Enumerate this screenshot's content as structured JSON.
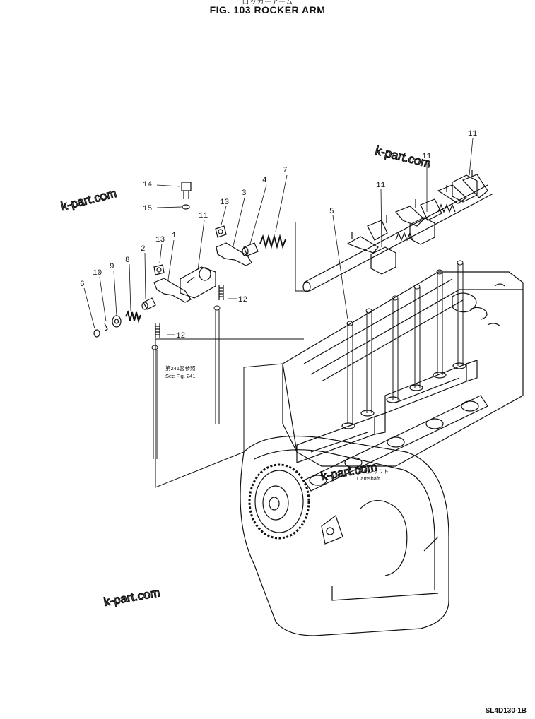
{
  "figure": {
    "title_jp": "ロッカーアーム",
    "title": "FIG. 103  ROCKER  ARM",
    "drawing_code": "SL4D130-1B"
  },
  "notes": {
    "see_fig_jp": "第241図参照",
    "see_fig": "See Fig. 241",
    "camshaft_jp": "カムシャフト",
    "camshaft": "Camshaft"
  },
  "watermark": "k-part.com",
  "callouts": [
    "1",
    "2",
    "3",
    "4",
    "5",
    "6",
    "7",
    "8",
    "9",
    "10",
    "11",
    "12",
    "13",
    "14",
    "15"
  ]
}
